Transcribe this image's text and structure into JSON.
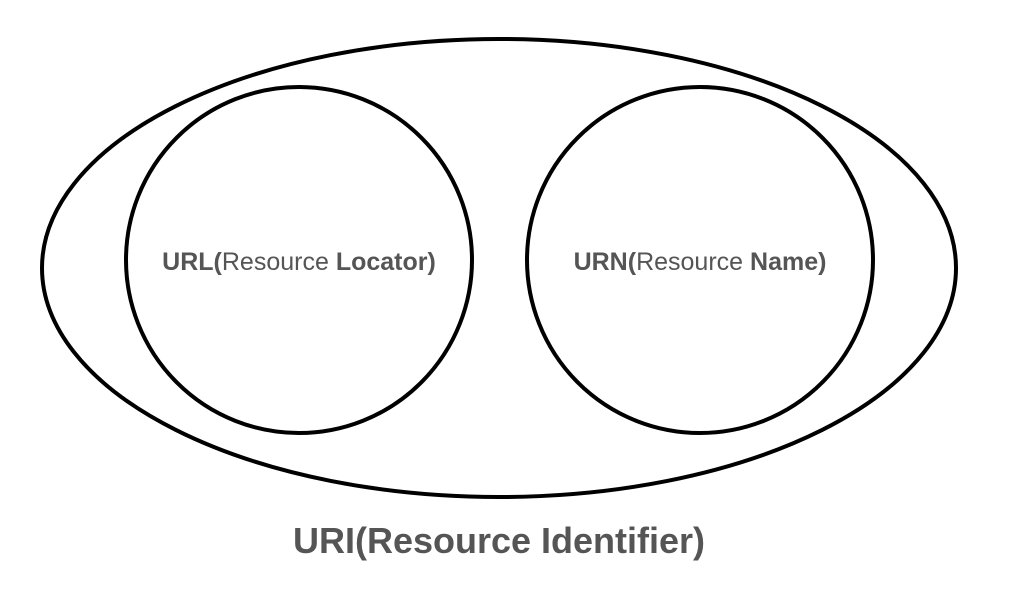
{
  "diagram": {
    "outer": {
      "label": "URI(Resource Identifier)"
    },
    "url": {
      "bold_prefix": "URL(",
      "normal_word": "Resource ",
      "bold_suffix": "Locator)"
    },
    "urn": {
      "bold_prefix": "URN(",
      "normal_word": "Resource ",
      "bold_suffix": "Name)"
    }
  },
  "colors": {
    "stroke": "#000000",
    "text": "#555555",
    "background": "#ffffff"
  }
}
